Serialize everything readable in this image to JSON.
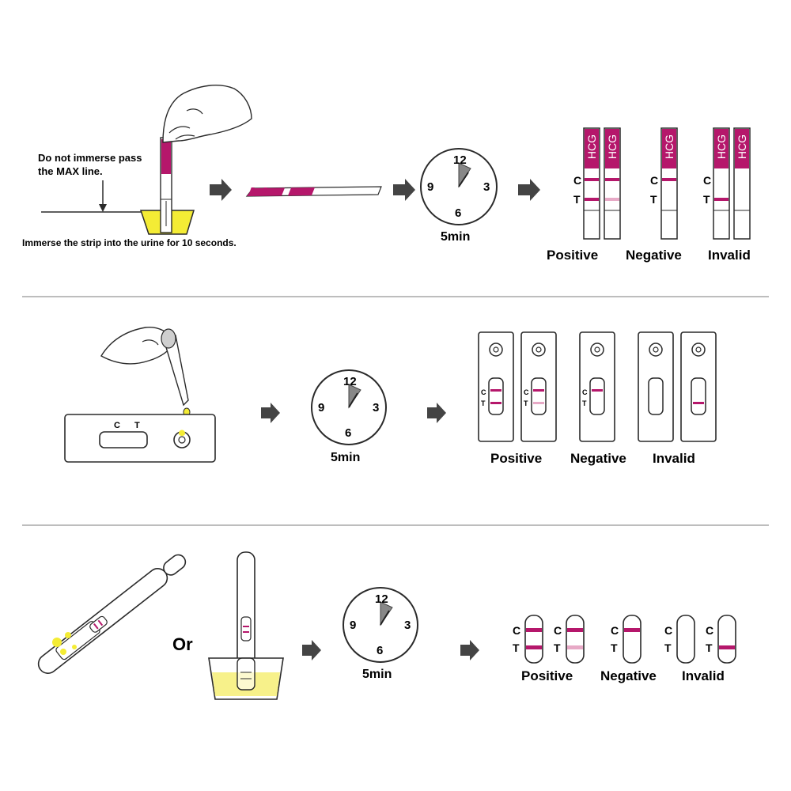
{
  "colors": {
    "magenta": "#b5176b",
    "pale_magenta": "#e7a9c6",
    "urine": "#f4ec35",
    "urine_light": "#f7f18a",
    "outline": "#2a2a2a",
    "divider": "#bdbdbd",
    "arrow": "#444444"
  },
  "section1": {
    "note_line1": "Do not immerse pass",
    "note_line2": "the MAX line.",
    "instruction": "Immerse the strip into the urine for 10 seconds.",
    "clock": {
      "n12": "12",
      "n3": "3",
      "n6": "6",
      "n9": "9",
      "time": "5min"
    },
    "strip_brand": "HCG",
    "c_letter": "C",
    "t_letter": "T",
    "results": {
      "positive": "Positive",
      "negative": "Negative",
      "invalid": "Invalid"
    }
  },
  "section2": {
    "cassette_c": "C",
    "cassette_t": "T",
    "clock": {
      "n12": "12",
      "n3": "3",
      "n6": "6",
      "n9": "9",
      "time": "5min"
    },
    "c_letter": "C",
    "t_letter": "T",
    "results": {
      "positive": "Positive",
      "negative": "Negative",
      "invalid": "Invalid"
    }
  },
  "section3": {
    "or_text": "Or",
    "clock": {
      "n12": "12",
      "n3": "3",
      "n6": "6",
      "n9": "9",
      "time": "5min"
    },
    "c_letter": "C",
    "t_letter": "T",
    "results": {
      "positive": "Positive",
      "negative": "Negative",
      "invalid": "Invalid"
    }
  }
}
